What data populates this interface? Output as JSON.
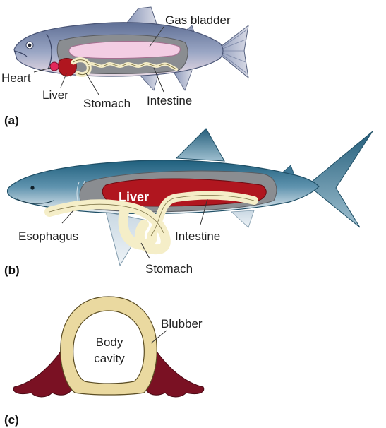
{
  "panels": [
    {
      "letter": "(a)",
      "labels": {
        "gas_bladder": "Gas bladder",
        "heart": "Heart",
        "liver": "Liver",
        "stomach": "Stomach",
        "intestine": "Intestine"
      }
    },
    {
      "letter": "(b)",
      "labels": {
        "liver": "Liver",
        "esophagus": "Esophagus",
        "intestine": "Intestine",
        "stomach": "Stomach"
      }
    },
    {
      "letter": "(c)",
      "labels": {
        "body_cavity_line1": "Body",
        "body_cavity_line2": "cavity",
        "blubber": "Blubber"
      }
    }
  ],
  "colors": {
    "fish_back": "#6f7fa3",
    "fish_belly": "#e8dde6",
    "shark_back": "#2f6f8c",
    "shark_belly": "#e9eef3",
    "body_cavity": "#8a8d91",
    "gas_bladder": "#f3cde3",
    "liver": "#b0161f",
    "gut": "#f5eec8",
    "blubber": "#ead9a0",
    "flipper": "#7a1123"
  }
}
